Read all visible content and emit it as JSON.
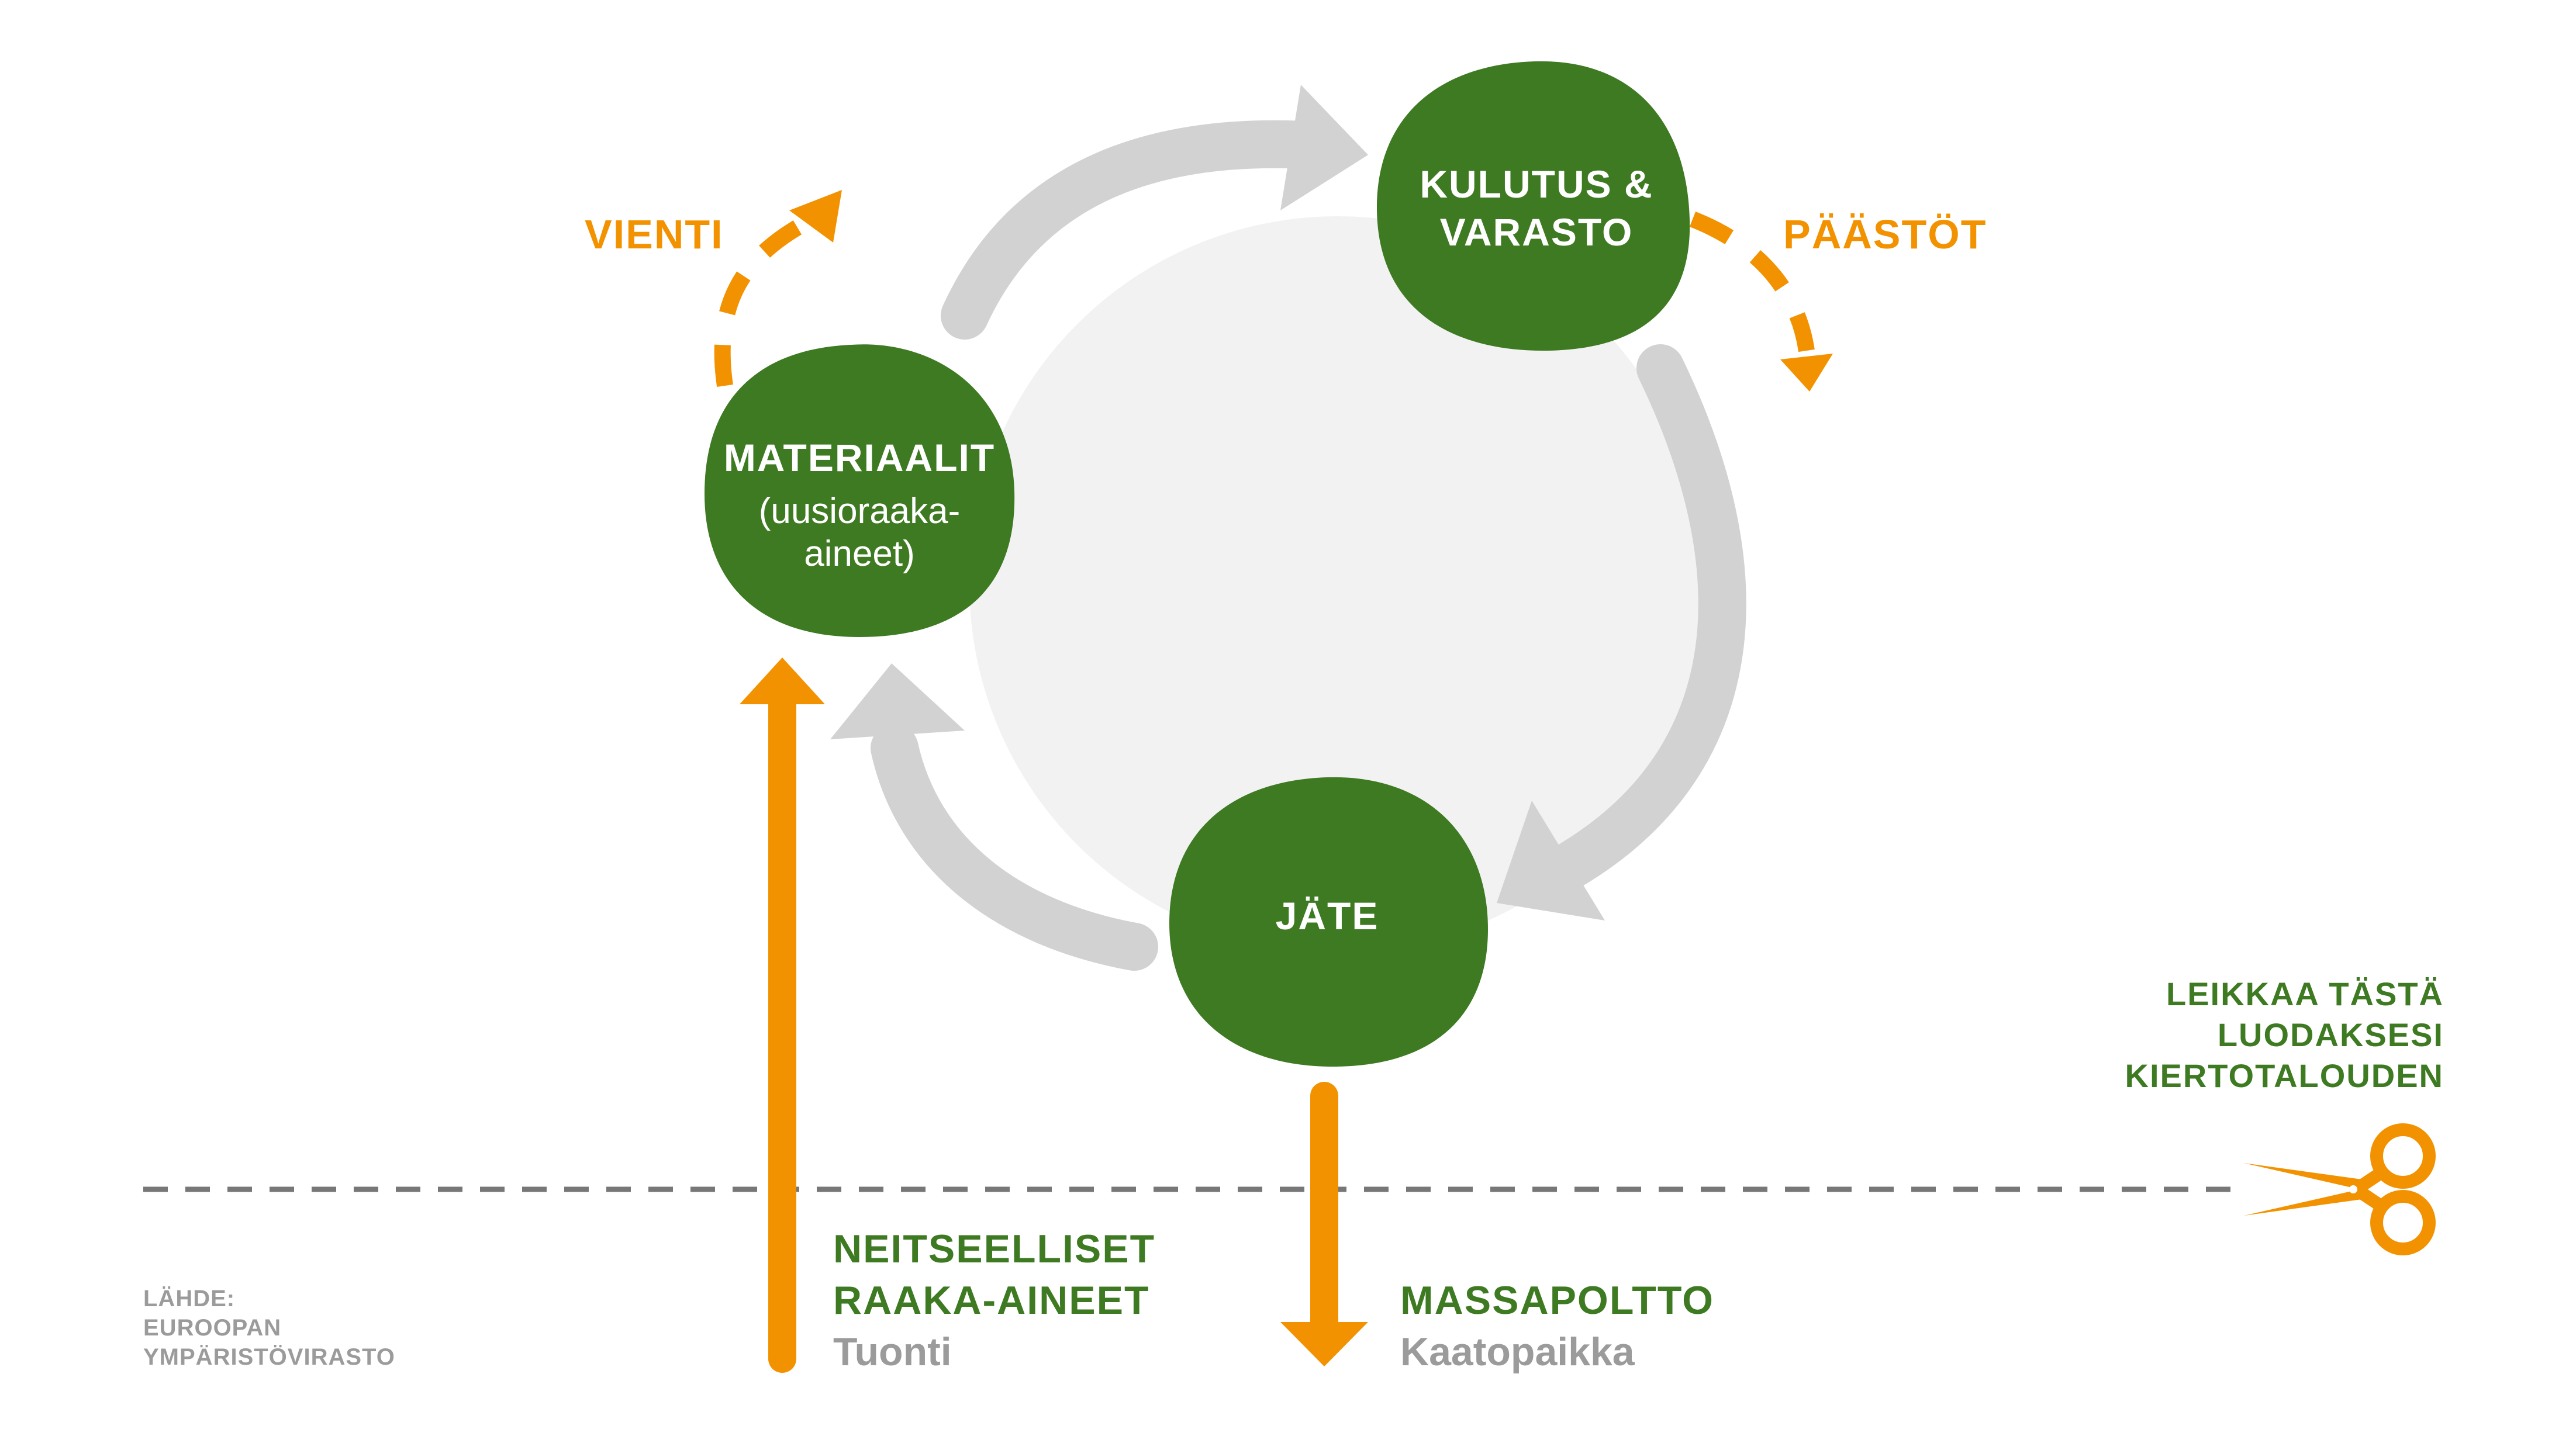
{
  "nodes": {
    "materials": {
      "title": "MATERIAALIT",
      "sub_line1": "(uusioraaka-",
      "sub_line2": "aineet)"
    },
    "consumption": {
      "line1": "KULUTUS &",
      "line2": "VARASTO"
    },
    "waste": {
      "title": "JÄTE"
    }
  },
  "side_flows": {
    "export": "VIENTI",
    "emissions": "PÄÄSTÖT"
  },
  "inputs": {
    "line1": "NEITSEELLISET",
    "line2": "RAAKA-AINEET",
    "line3": "Tuonti"
  },
  "outputs": {
    "line1": "MASSAPOLTTO",
    "line2": "Kaatopaikka"
  },
  "cut_note": {
    "line1": "LEIKKAA TÄSTÄ",
    "line2": "LUODAKSESI",
    "line3": "KIERTOTALOUDEN"
  },
  "source": {
    "line1": "LÄHDE:",
    "line2": "EUROOPAN",
    "line3": "YMPÄRISTÖVIRASTO"
  },
  "icons": {
    "scissors": "scissors-icon"
  },
  "colors": {
    "green": "#3E7A22",
    "orange": "#F39200",
    "arrow_gray": "#D2D2D2",
    "center_gray": "#F2F2F2",
    "text_gray": "#9B9B9B"
  }
}
